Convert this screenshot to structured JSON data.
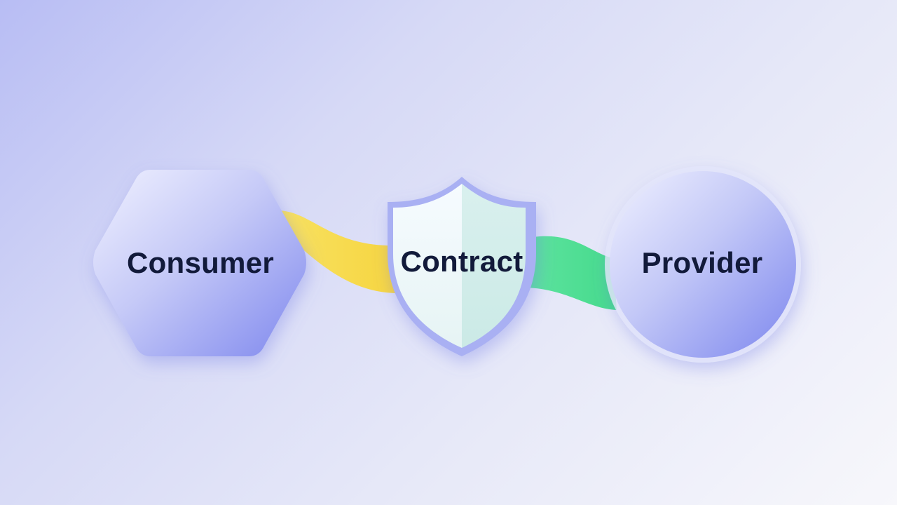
{
  "diagram": {
    "nodes": [
      {
        "id": "consumer",
        "label": "Consumer",
        "shape": "hexagon"
      },
      {
        "id": "contract",
        "label": "Contract",
        "shape": "shield"
      },
      {
        "id": "provider",
        "label": "Provider",
        "shape": "circle"
      }
    ],
    "connectors": [
      {
        "from": "consumer",
        "to": "contract",
        "color": "#f7d94a"
      },
      {
        "from": "contract",
        "to": "provider",
        "color": "#4fdf95"
      }
    ]
  },
  "colors": {
    "background_start": "#b8bdf4",
    "background_end": "#f7f7fb",
    "node_light": "#eceeff",
    "node_dark": "#8a92f0",
    "shield_fill": "#ddf3ef",
    "shield_border": "#a9b0f3",
    "label_text": "#121a3a"
  }
}
